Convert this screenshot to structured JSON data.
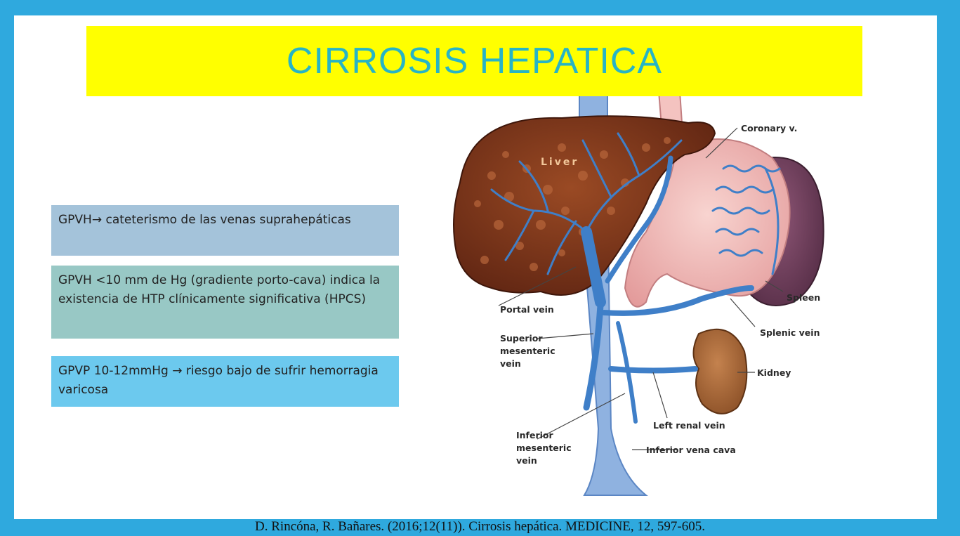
{
  "slide": {
    "title": "CIRROSIS HEPATICA",
    "boxes": [
      {
        "text": "GPVH→ cateterismo de las venas suprahepáticas"
      },
      {
        "text": "GPVH <10 mm de Hg (gradiente porto-cava) indica la existencia de HTP clínicamente significativa (HPCS)"
      },
      {
        "text": "GPVP 10-12mmHg → riesgo bajo de sufrir hemorragia varicosa"
      }
    ],
    "citation": "D. Rincóna, R. Bañares. (2016;12(11)). Cirrosis hepática. MEDICINE, 12, 597-605."
  },
  "diagram": {
    "labels": {
      "liver": "Liver",
      "coronary": "Coronary v.",
      "spleen": "Spleen",
      "portal": "Portal vein",
      "splenic": "Splenic vein",
      "sup_mes_1": "Superior",
      "sup_mes_2": "mesenteric",
      "sup_mes_3": "vein",
      "kidney": "Kidney",
      "left_renal": "Left renal vein",
      "inf_mes_1": "Inferior",
      "inf_mes_2": "mesenteric",
      "inf_mes_3": "vein",
      "ivc": "Inferior  vena cava"
    }
  },
  "colors": {
    "frame": "#2fa9de",
    "title_bar": "#ffff00",
    "title_text": "#27b4c6",
    "box1": "#a4c3da",
    "box2": "#98c8c5",
    "box3": "#6cc9ee",
    "vein": "#3f7fc8",
    "liver": "#7a3318",
    "stomach": "#f0b7b4",
    "spleen": "#6d3c5b",
    "kidney": "#a9683a"
  }
}
